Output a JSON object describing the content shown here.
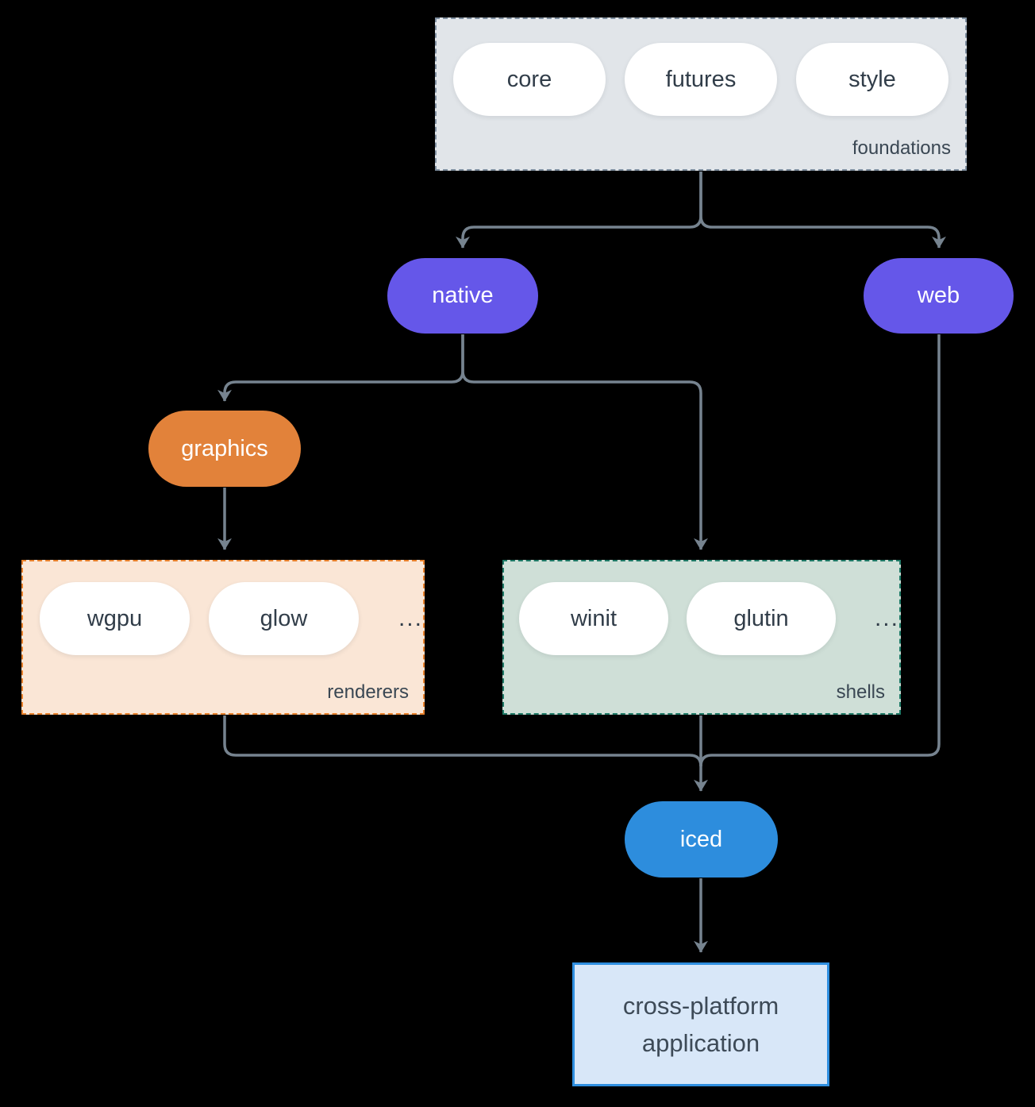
{
  "colors": {
    "background": "#000000",
    "arrow": "#76838f",
    "purple_node": "#6557e9",
    "orange_node": "#e2823a",
    "blue_node": "#2d8ddd",
    "foundations_fill": "#e1e5e9",
    "foundations_border": "#7f8fa0",
    "renderers_fill": "#fae6d6",
    "renderers_border": "#e8812c",
    "shells_fill": "#cfdfd7",
    "shells_border": "#1f7a67",
    "application_fill": "#d8e7f8",
    "application_border": "#2f8fe0",
    "pill_text": "#313d49",
    "white_pill": "#ffffff"
  },
  "foundations": {
    "label": "foundations",
    "pills": [
      "core",
      "futures",
      "style"
    ]
  },
  "native": {
    "label": "native"
  },
  "web": {
    "label": "web"
  },
  "graphics": {
    "label": "graphics"
  },
  "renderers": {
    "label": "renderers",
    "pills": [
      "wgpu",
      "glow"
    ],
    "ellipsis": "..."
  },
  "shells": {
    "label": "shells",
    "pills": [
      "winit",
      "glutin"
    ],
    "ellipsis": "..."
  },
  "iced": {
    "label": "iced"
  },
  "application": {
    "line1": "cross-platform",
    "line2": "application"
  }
}
